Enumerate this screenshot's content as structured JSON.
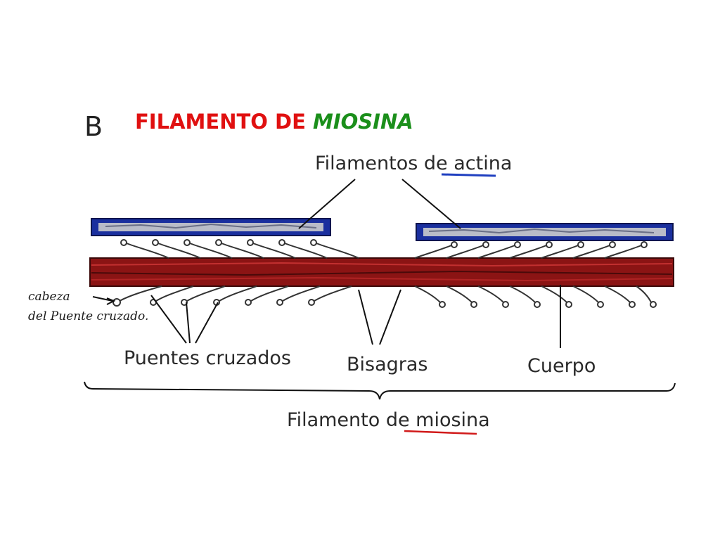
{
  "panel_letter": "B",
  "title": {
    "part1": "FILAMENTO DE ",
    "part2": "MIOSINA"
  },
  "labels": {
    "actin": {
      "text1": "Filamentos de ",
      "text2": "actina"
    },
    "head": {
      "line1": "cabeza",
      "line2": "del Puente cruzado."
    },
    "cross_bridges": "Puentes cruzados",
    "hinges": "Bisagras",
    "body": "Cuerpo",
    "myosin": {
      "text1": "Filamento de ",
      "text2": "miosina"
    }
  },
  "colors": {
    "title_red": "#e01010",
    "title_green": "#1b8f1b",
    "actin_blue": "#1a2f9e",
    "myosin_red": "#8b1414",
    "underline_blue": "#1f3fc0",
    "underline_red": "#d11a1a"
  }
}
